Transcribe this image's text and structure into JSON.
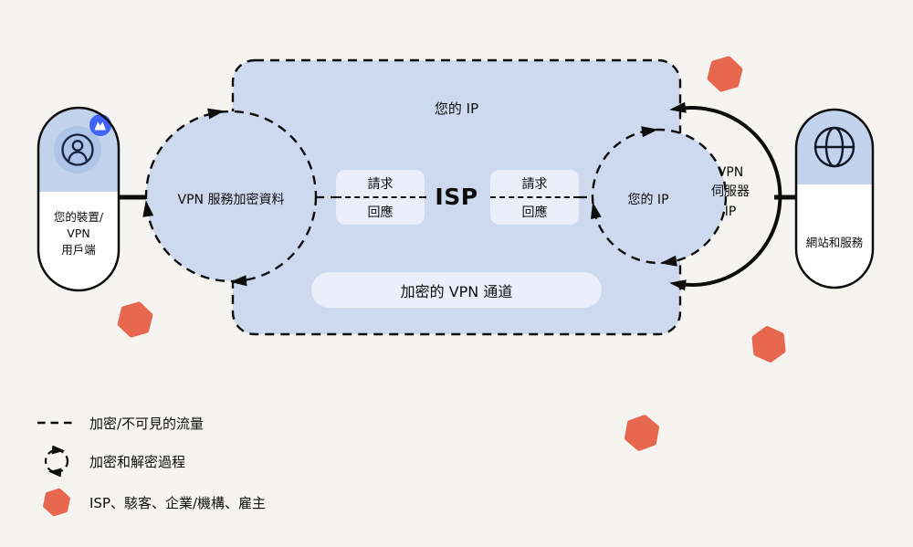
{
  "colors": {
    "background": "#f5f4f1",
    "tunnel_fill": "#ccd9ef",
    "capsule_top_fill": "#c3d3ee",
    "inner_box_fill": "#eaeffa",
    "line_ink": "#0d0d0d",
    "threat_hexagon": "#e8684f",
    "vpn_badge_blue": "#3e63f6"
  },
  "nodes": {
    "device": {
      "lines": [
        "您的裝置/",
        "VPN",
        "用戶端"
      ]
    },
    "encrypt_circle_label": "VPN 服務加密資料",
    "decrypt_circle_label": "您的 IP",
    "vpn_server": {
      "lines": [
        "VPN",
        "伺服器",
        "IP"
      ]
    },
    "website_label": "網站和服務"
  },
  "tunnel": {
    "your_ip_label": "您的 IP",
    "isp_label": "ISP",
    "left_box": {
      "request": "請求",
      "response": "回應"
    },
    "right_box": {
      "request": "請求",
      "response": "回應"
    },
    "tunnel_label": "加密的 VPN 通道"
  },
  "legend": {
    "items": [
      {
        "icon": "dashed-line-icon",
        "label": "加密/不可見的流量"
      },
      {
        "icon": "encryption-cycle-icon",
        "label": "加密和解密過程"
      },
      {
        "icon": "hexagon-threat-icon",
        "label": "ISP、駭客、企業/機構、雇主"
      }
    ]
  }
}
